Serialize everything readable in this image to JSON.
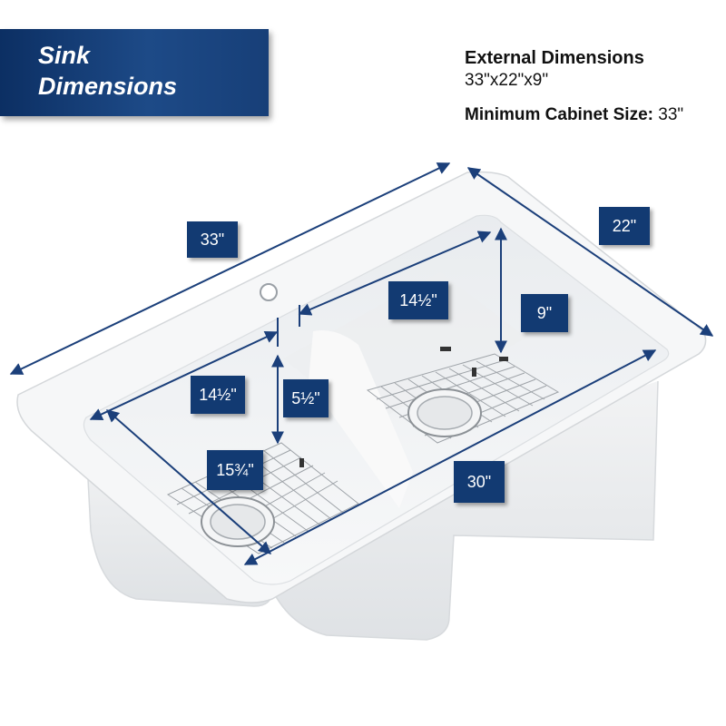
{
  "banner": {
    "title_line1": "Sink",
    "title_line2": "Dimensions"
  },
  "specs": {
    "external_heading": "External Dimensions",
    "external_value": "33\"x22\"x9\"",
    "cabinet_label": "Minimum Cabinet Size:",
    "cabinet_value": "33\""
  },
  "dimensions": {
    "overall_length": "33\"",
    "overall_width": "22\"",
    "depth": "9\"",
    "right_bowl_length": "14½\"",
    "left_bowl_length": "14½\"",
    "divider_height": "5½\"",
    "left_bowl_width": "15¾\"",
    "bowls_total_length": "30\""
  },
  "colors": {
    "label_bg": "#123a72",
    "arrow": "#1b3f7a",
    "banner": "#0c2f63"
  }
}
